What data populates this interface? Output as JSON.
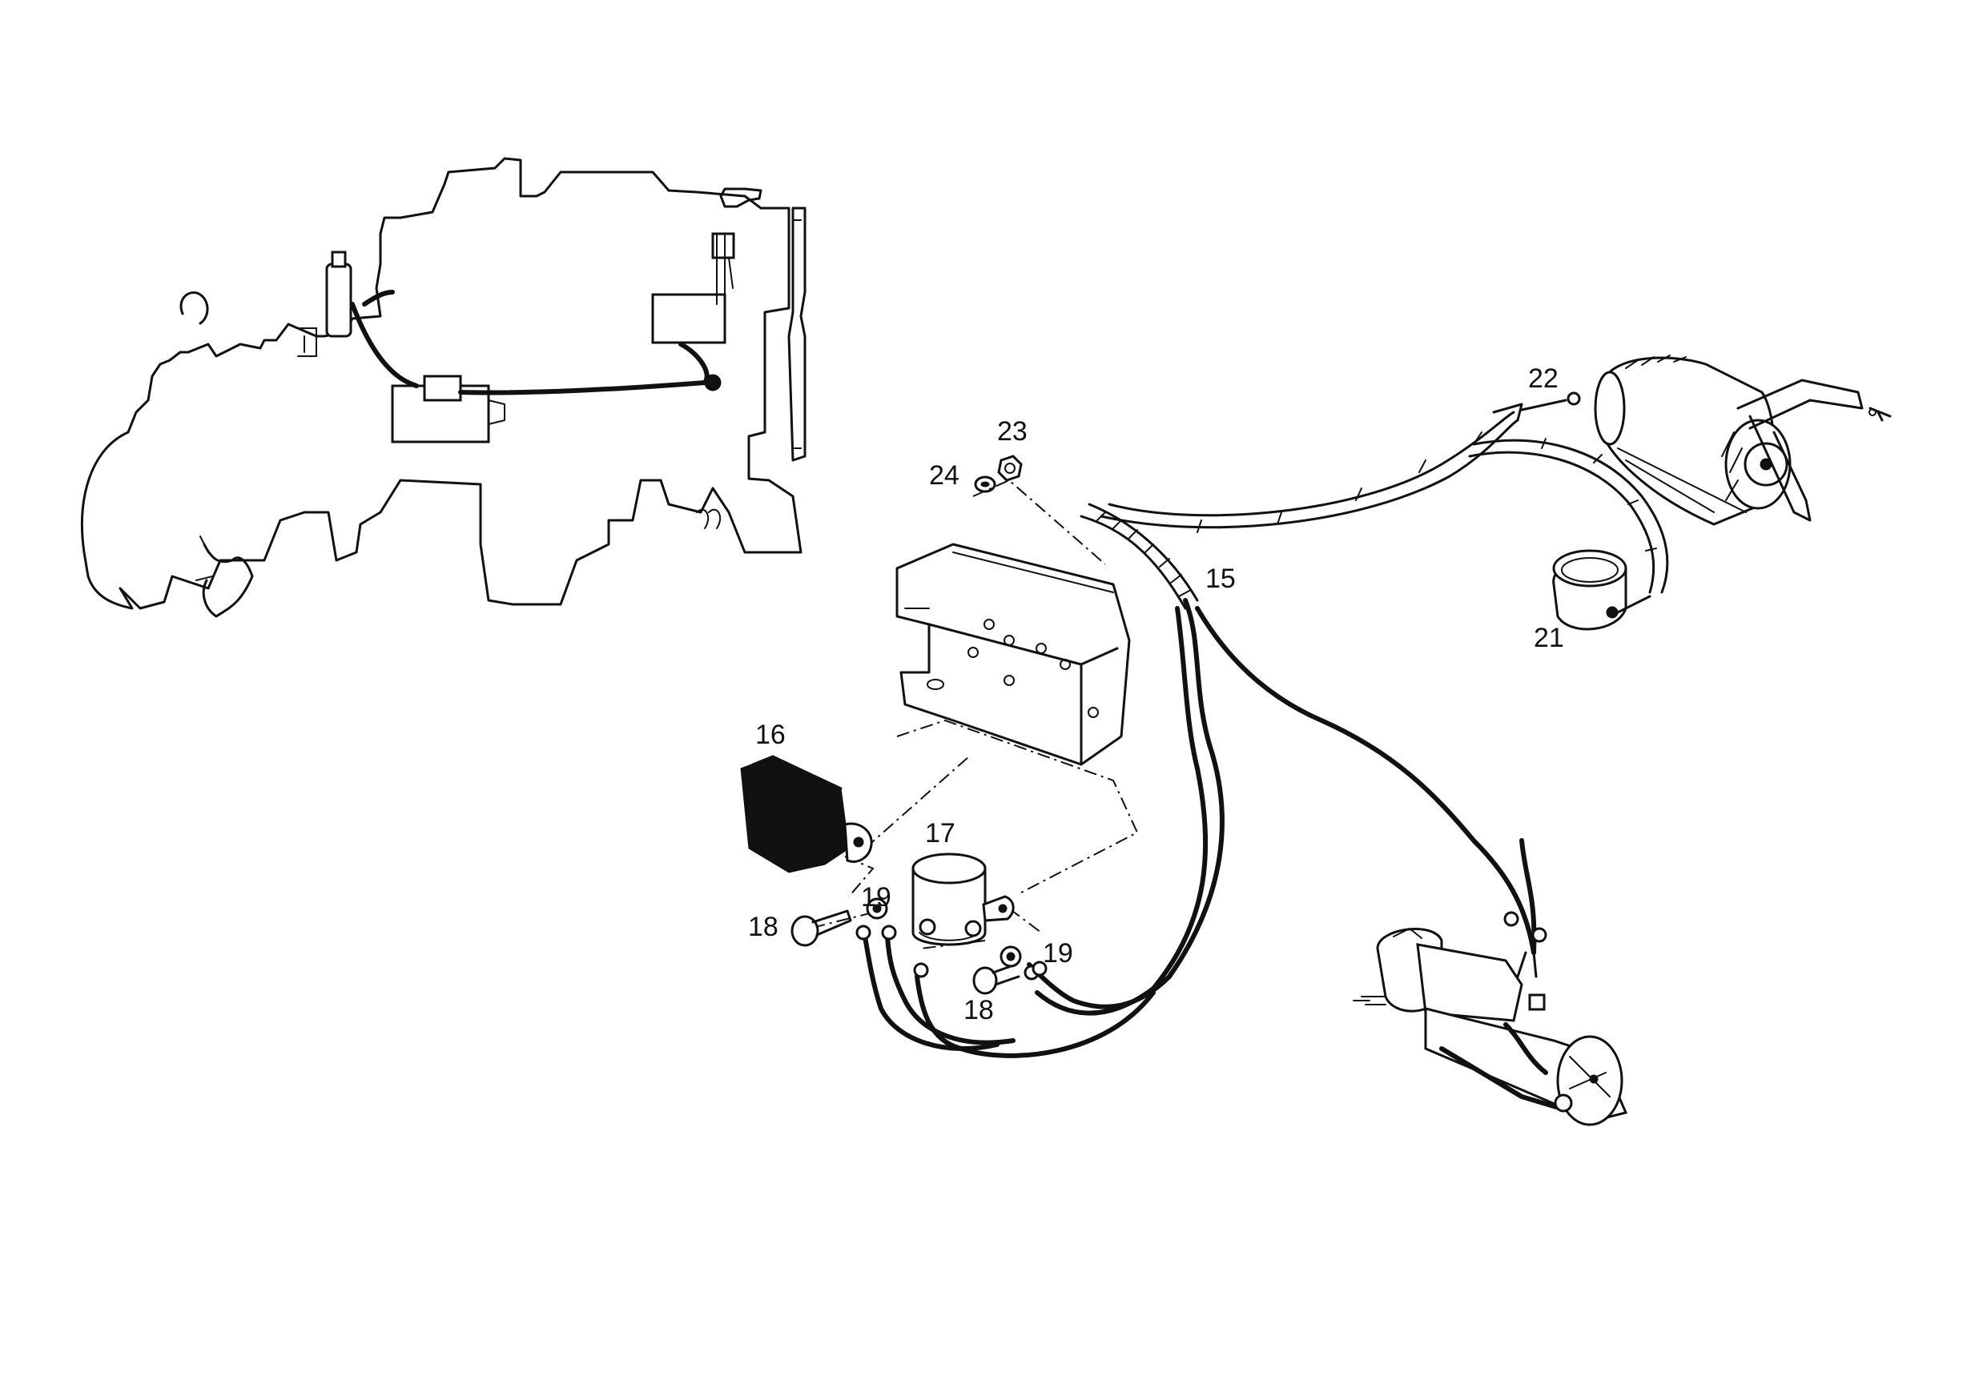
{
  "diagram": {
    "callouts": [
      {
        "id": "c15",
        "text": "15"
      },
      {
        "id": "c16",
        "text": "16"
      },
      {
        "id": "c17",
        "text": "17"
      },
      {
        "id": "c18a",
        "text": "18"
      },
      {
        "id": "c18b",
        "text": "18"
      },
      {
        "id": "c19a",
        "text": "19"
      },
      {
        "id": "c19b",
        "text": "19"
      },
      {
        "id": "c21",
        "text": "21"
      },
      {
        "id": "c22",
        "text": "22"
      },
      {
        "id": "c23",
        "text": "23"
      },
      {
        "id": "c24",
        "text": "24"
      }
    ]
  }
}
